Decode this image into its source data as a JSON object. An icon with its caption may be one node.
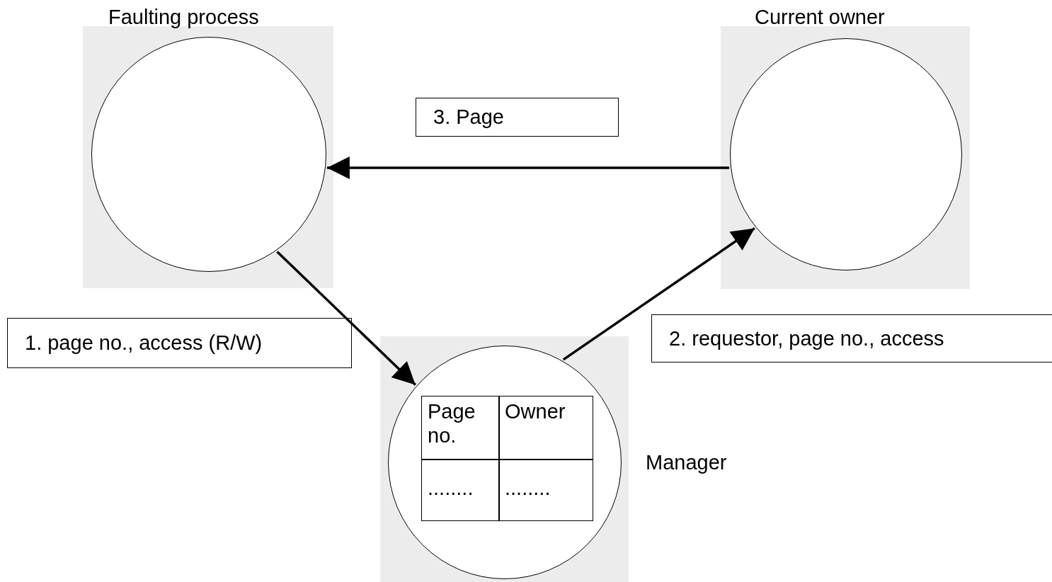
{
  "diagram": {
    "nodes": [
      {
        "text": [],
        "shape": "circle",
        "beside": [
          "Faulting process"
        ]
      },
      {
        "text": [],
        "shape": "circle",
        "beside": [
          "Current owner"
        ]
      },
      {
        "text": [],
        "shape": "circle",
        "beside": [
          "Manager"
        ]
      }
    ],
    "edges": [
      {
        "from": 0,
        "to": 2,
        "arrow": "to",
        "label": "1. page no., access (R/W)"
      },
      {
        "from": 2,
        "to": 1,
        "arrow": "to",
        "label": "2. requestor, page no., access"
      },
      {
        "from": 1,
        "to": 0,
        "arrow": "to",
        "label": "3.  Page"
      }
    ],
    "labels": [
      "Page no.",
      "Owner",
      "........",
      "........"
    ]
  }
}
